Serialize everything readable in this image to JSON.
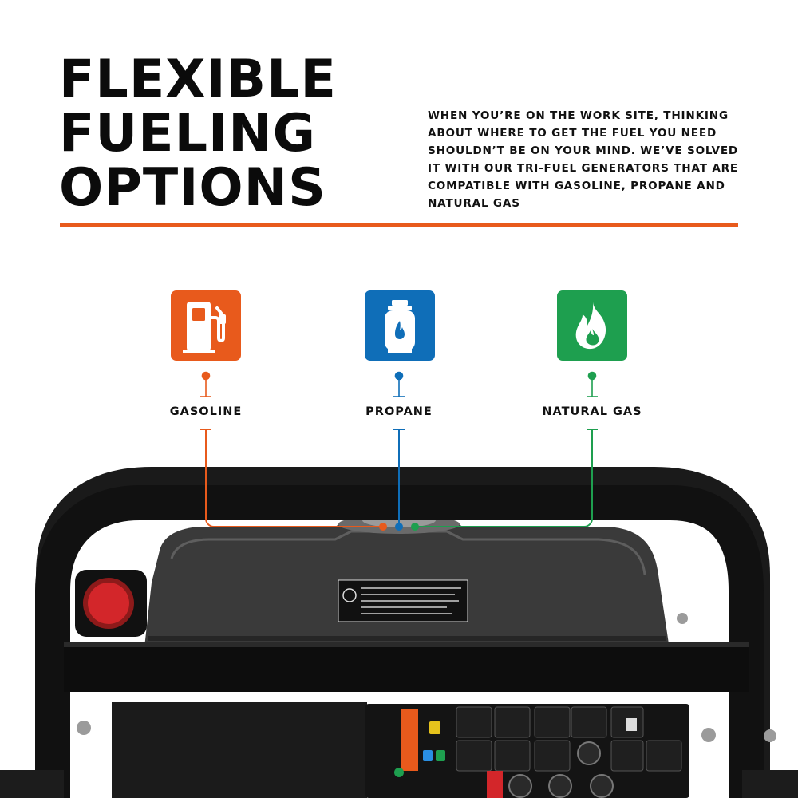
{
  "headline": {
    "line1": "FLEXIBLE",
    "line2": "FUELING",
    "line3": "OPTIONS"
  },
  "description": "WHEN YOU’RE ON THE WORK SITE, THINKING ABOUT WHERE TO GET THE FUEL YOU NEED SHOULDN’T BE ON YOUR MIND. WE’VE SOLVED IT WITH OUR TRI-FUEL GENERATORS THAT ARE COMPATIBLE WITH GASOLINE, PROPANE AND NATURAL GAS",
  "accent_color": "#e85a1c",
  "fuels": [
    {
      "label": "GASOLINE",
      "icon": "fuel-pump-icon",
      "color": "#e85a1c"
    },
    {
      "label": "PROPANE",
      "icon": "propane-tank-icon",
      "color": "#0f6eb8"
    },
    {
      "label": "NATURAL GAS",
      "icon": "flame-icon",
      "color": "#1e9f4f"
    }
  ]
}
